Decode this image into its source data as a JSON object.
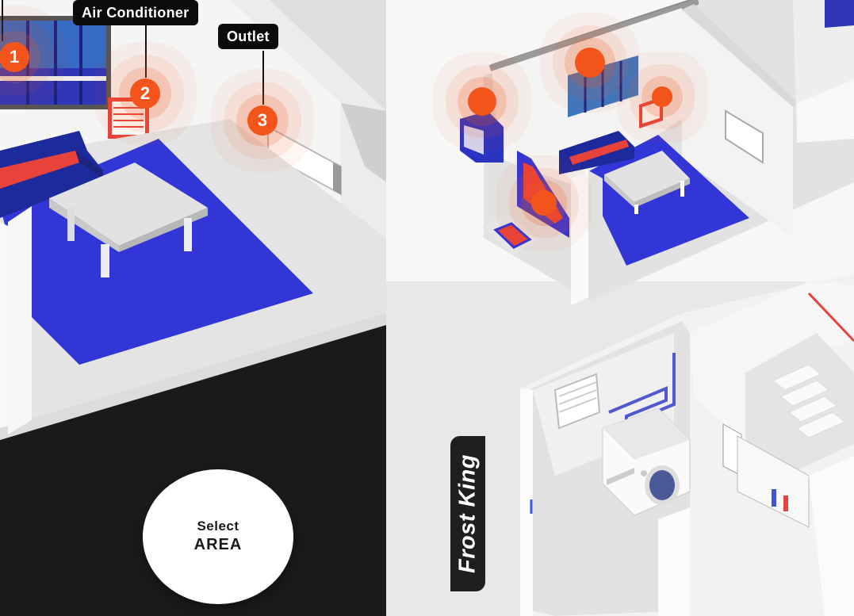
{
  "hotspots": [
    {
      "number": "1",
      "label": ""
    },
    {
      "number": "2",
      "label": "Air Conditioner"
    },
    {
      "number": "3",
      "label": "Outlet"
    }
  ],
  "select_area": {
    "line1": "Select",
    "line2": "AREA"
  },
  "brand": {
    "name": "Frost King"
  },
  "colors": {
    "accent_orange": "#f2541b",
    "floor_blue": "#3236d6",
    "sofa_navy": "#1c2a9c",
    "red": "#e8433a",
    "dark_panel": "#1a1a1a",
    "wall_white": "#f4f4f4"
  }
}
